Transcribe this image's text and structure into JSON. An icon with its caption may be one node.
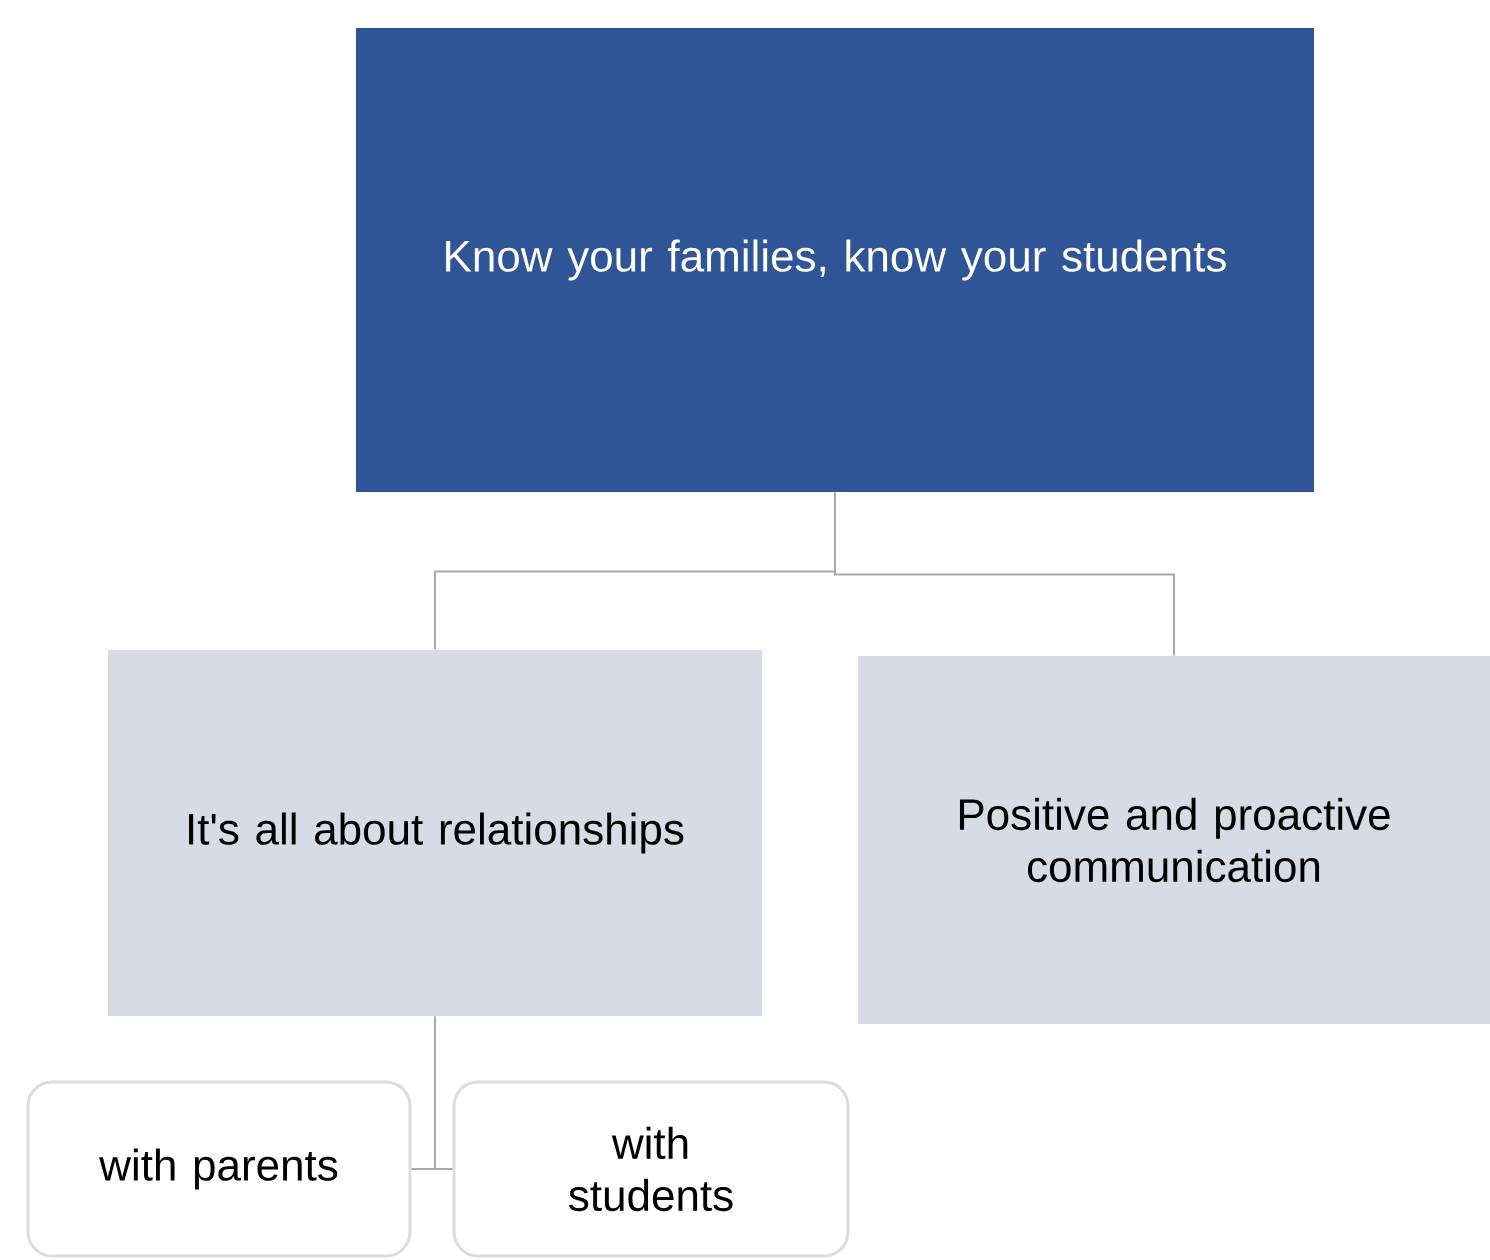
{
  "diagram": {
    "nodes": [
      {
        "text": [
          "Know your families, know your students"
        ]
      },
      {
        "text": [
          "It's all about relationships"
        ]
      },
      {
        "text": [
          "Positive and proactive communication"
        ]
      },
      {
        "text": [
          "with parents"
        ]
      },
      {
        "text": [
          "with students"
        ]
      }
    ],
    "edges": [
      {
        "from": 0,
        "to": 1,
        "arrow": "none"
      },
      {
        "from": 0,
        "to": 2,
        "arrow": "none"
      },
      {
        "from": 1,
        "to": 3,
        "arrow": "none"
      },
      {
        "from": 1,
        "to": 4,
        "arrow": "none"
      }
    ]
  }
}
